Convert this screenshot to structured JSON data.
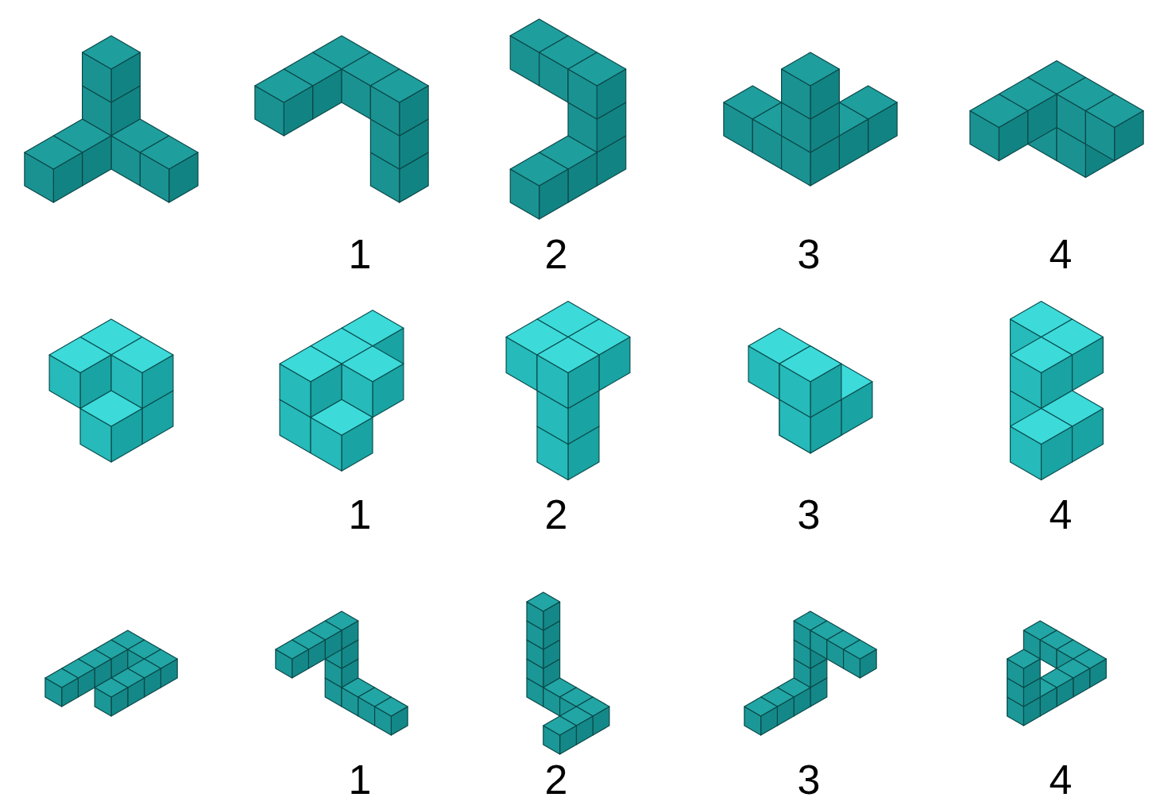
{
  "diagram": {
    "labels": [
      "1",
      "2",
      "3",
      "4",
      "1",
      "2",
      "3",
      "4",
      "1",
      "2",
      "3",
      "4"
    ]
  }
}
